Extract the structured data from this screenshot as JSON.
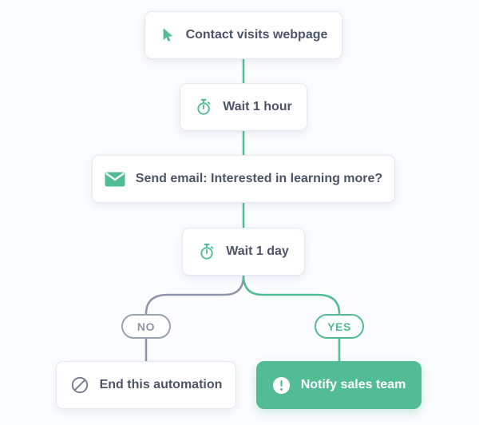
{
  "app": {
    "title": "Automation flowchart"
  },
  "colors": {
    "green": "#52bd95",
    "gray_wire": "#8e95a8",
    "text_dark": "#4c5467",
    "pill_gray": "#9aa2b2",
    "card_border": "#e3e9f3",
    "background": "#fbfcfd"
  },
  "flow": {
    "nodes": [
      {
        "label": "Contact visits webpage",
        "icon": "cursor-icon",
        "variant": "white"
      },
      {
        "label": "Wait 1 hour",
        "icon": "stopwatch-icon",
        "variant": "white"
      },
      {
        "label": "Send email: Interested in learning more?",
        "icon": "envelope-icon",
        "variant": "white"
      },
      {
        "label": "Wait 1 day",
        "icon": "stopwatch-icon",
        "variant": "white"
      },
      {
        "label": "End this automation",
        "icon": "ban-icon",
        "variant": "white"
      },
      {
        "label": "Notify sales team",
        "icon": "alert-icon",
        "variant": "green"
      }
    ],
    "branch": {
      "no": "NO",
      "yes": "YES"
    }
  }
}
